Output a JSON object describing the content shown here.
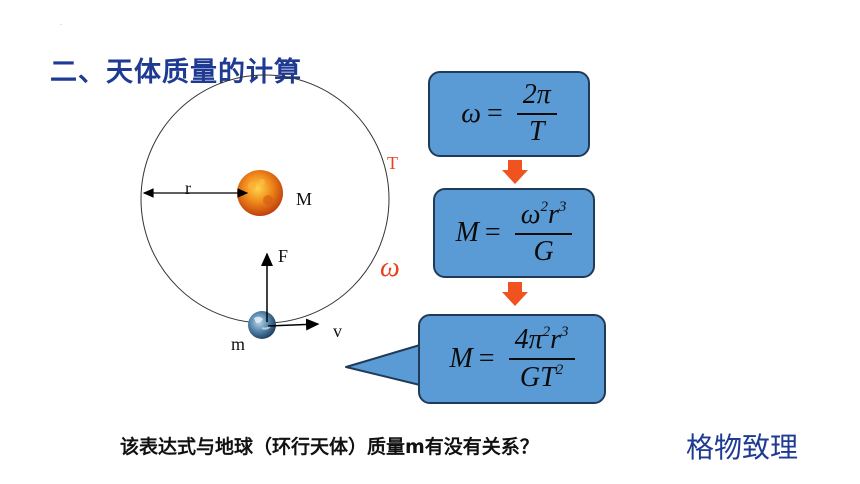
{
  "title": "二、天体质量的计算",
  "diagram": {
    "label_T": "T",
    "label_r": "r",
    "label_M": "M",
    "label_F": "F",
    "label_v": "v",
    "label_m": "m",
    "label_omega": "ω"
  },
  "formulas": {
    "f1": {
      "lhs": "ω",
      "eq": "=",
      "num": "2π",
      "den": "T"
    },
    "f2": {
      "lhs": "M",
      "eq": "=",
      "num_a": "ω",
      "num_a_sup": "2",
      "num_b": "r",
      "num_b_sup": "3",
      "den": "G"
    },
    "f3": {
      "lhs": "M",
      "eq": "=",
      "num_a": "4π",
      "num_a_sup": "2",
      "num_b": "r",
      "num_b_sup": "3",
      "den_a": "GT",
      "den_a_sup": "2"
    }
  },
  "question": "该表达式与地球（环行天体）质量m有没有关系？",
  "tagline": "格物致理",
  "colors": {
    "box_fill": "#5b9bd5",
    "arrow": "#f0531f",
    "title": "#1f3a93",
    "accent_red": "#e8421e"
  }
}
